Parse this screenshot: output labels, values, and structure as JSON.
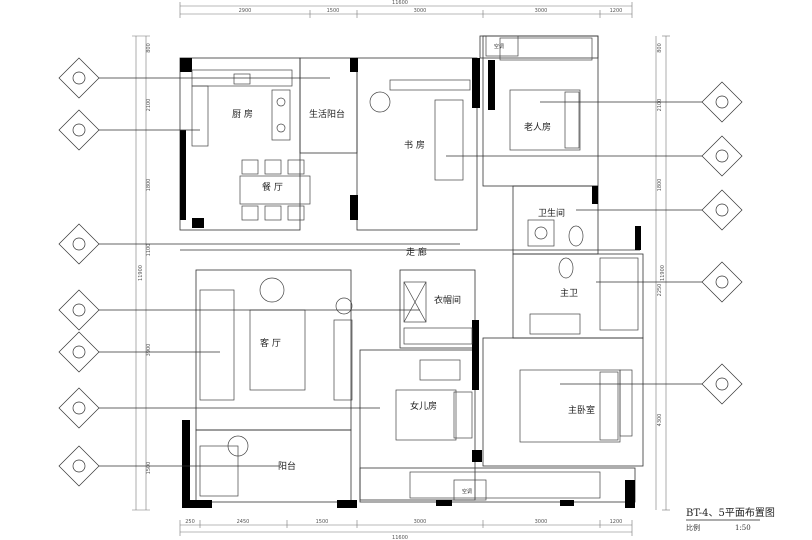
{
  "drawing": {
    "title": "BT-4、5平面布置图",
    "scale_label": "比例",
    "scale_value": "1:50"
  },
  "rooms": {
    "kitchen": "厨 房",
    "service_balcony": "生活阳台",
    "study": "书 房",
    "elder_room": "老人房",
    "dining": "餐 厅",
    "bathroom": "卫生间",
    "corridor": "走 廊",
    "cloakroom": "衣帽间",
    "master_bath": "主卫",
    "living": "客 厅",
    "daughter_room": "女儿房",
    "master_bedroom": "主卧室",
    "balcony": "阳台",
    "ac_unit_top": "空调",
    "ac_unit_bottom": "空调"
  },
  "dimensions": {
    "top_total": "11600",
    "top_segments": [
      "2900",
      "1500",
      "3000",
      "3000",
      "1200"
    ],
    "bottom_total": "11600",
    "bottom_segments": [
      "250",
      "2450",
      "1500",
      "3000",
      "3000",
      "1200"
    ],
    "left_total": "11900",
    "left_segments": [
      "800",
      "2100",
      "1800",
      "1100",
      "3900",
      "1500"
    ],
    "right_total": "11900",
    "right_segments": [
      "800",
      "2100",
      "1800",
      "2250",
      "4300"
    ]
  }
}
